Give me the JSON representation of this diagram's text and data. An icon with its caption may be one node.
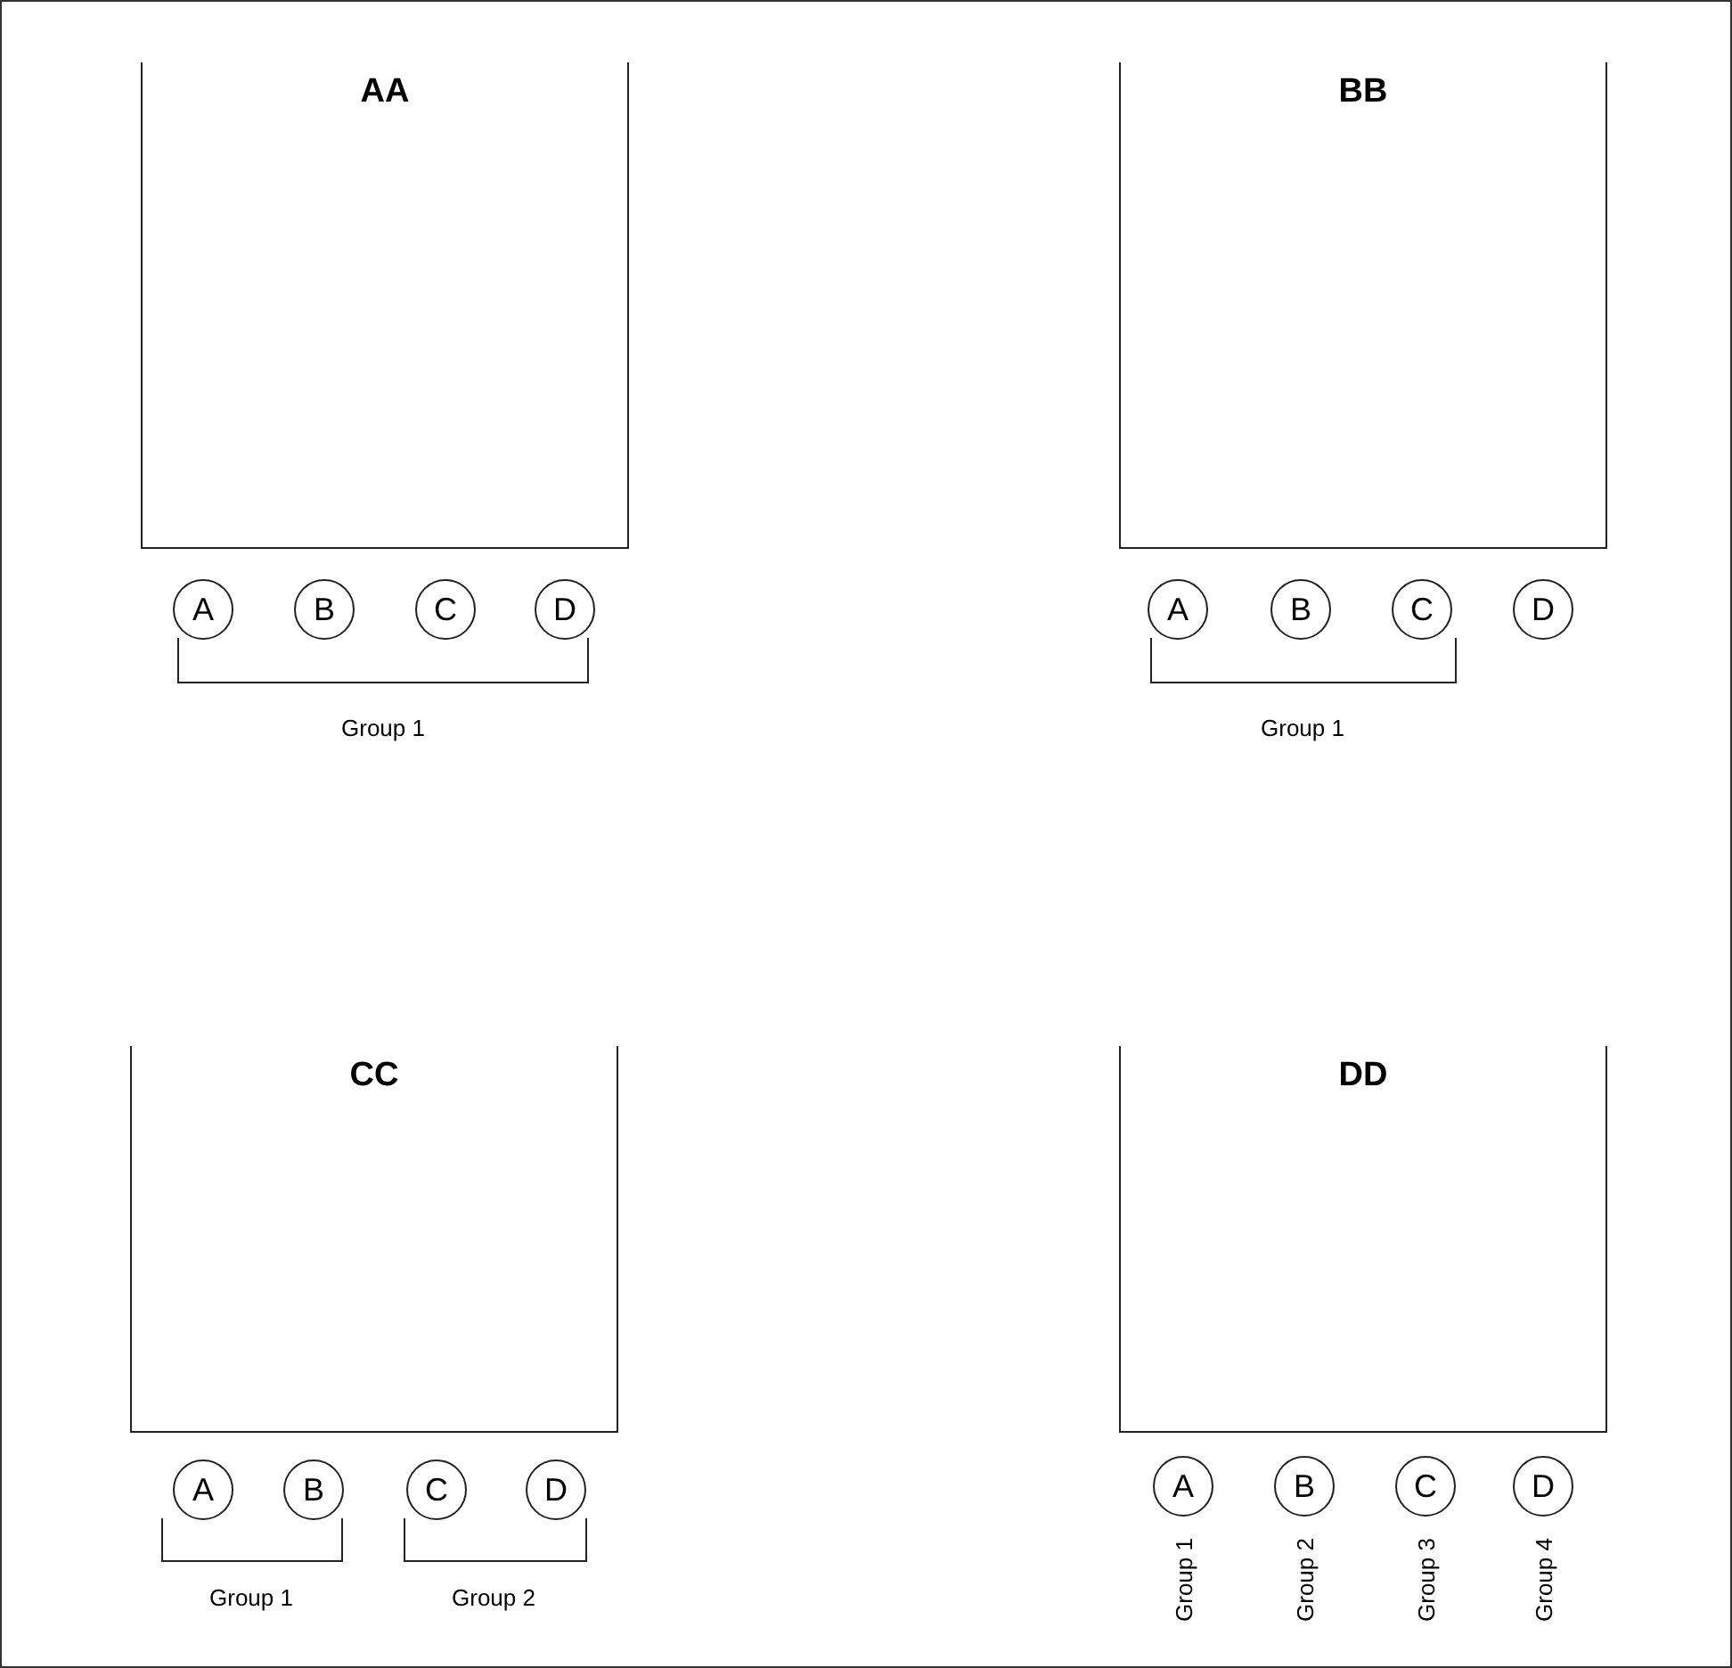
{
  "diagram": {
    "nodes": [
      {
        "text": [
          "AA"
        ]
      },
      {
        "text": [
          "A"
        ]
      },
      {
        "text": [
          "B"
        ]
      },
      {
        "text": [
          "C"
        ]
      },
      {
        "text": [
          "D"
        ]
      },
      {
        "text": [
          "BB"
        ]
      },
      {
        "text": [
          "A"
        ]
      },
      {
        "text": [
          "B"
        ]
      },
      {
        "text": [
          "C"
        ]
      },
      {
        "text": [
          "D"
        ]
      },
      {
        "text": [
          "CC"
        ]
      },
      {
        "text": [
          "A"
        ]
      },
      {
        "text": [
          "B"
        ]
      },
      {
        "text": [
          "C"
        ]
      },
      {
        "text": [
          "D"
        ]
      },
      {
        "text": [
          "DD"
        ]
      },
      {
        "text": [
          "A"
        ]
      },
      {
        "text": [
          "B"
        ]
      },
      {
        "text": [
          "C"
        ]
      },
      {
        "text": [
          "D"
        ]
      }
    ],
    "edges": [],
    "labels": [
      "Group 1",
      "Group 1",
      "Group 1",
      "Group 2",
      "Group 1",
      "Group 2",
      "Group 3",
      "Group 4"
    ]
  }
}
